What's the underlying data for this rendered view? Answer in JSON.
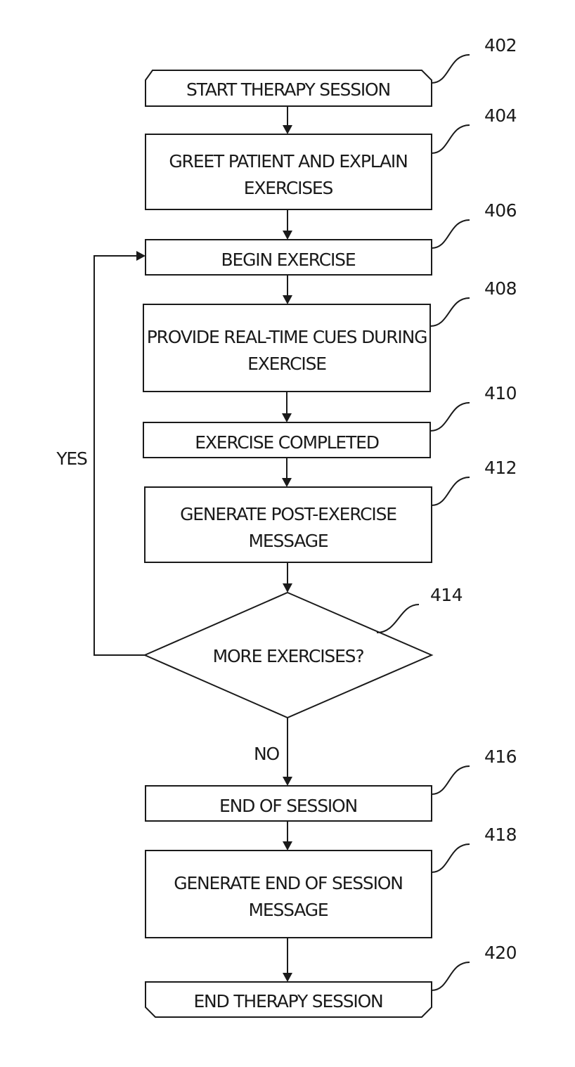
{
  "steps": {
    "s402": {
      "ref": "402",
      "line1": "START THERAPY SESSION"
    },
    "s404": {
      "ref": "404",
      "line1": "GREET PATIENT AND EXPLAIN",
      "line2": "EXERCISES"
    },
    "s406": {
      "ref": "406",
      "line1": "BEGIN EXERCISE"
    },
    "s408": {
      "ref": "408",
      "line1": "PROVIDE REAL-TIME CUES DURING",
      "line2": "EXERCISE"
    },
    "s410": {
      "ref": "410",
      "line1": "EXERCISE COMPLETED"
    },
    "s412": {
      "ref": "412",
      "line1": "GENERATE POST-EXERCISE",
      "line2": "MESSAGE"
    },
    "s414": {
      "ref": "414",
      "line1": "MORE EXERCISES?"
    },
    "s416": {
      "ref": "416",
      "line1": "END OF SESSION"
    },
    "s418": {
      "ref": "418",
      "line1": "GENERATE END OF SESSION",
      "line2": "MESSAGE"
    },
    "s420": {
      "ref": "420",
      "line1": "END THERAPY SESSION"
    }
  },
  "branches": {
    "yes": "YES",
    "no": "NO"
  }
}
